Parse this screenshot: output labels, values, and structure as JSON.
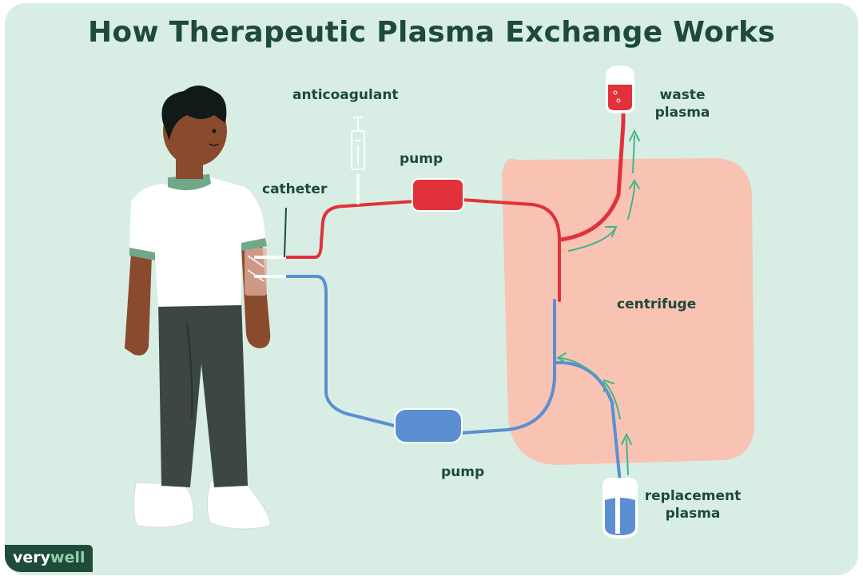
{
  "title": "How Therapeutic Plasma Exchange Works",
  "labels": {
    "anticoagulant": "anticoagulant",
    "catheter": "catheter",
    "pump_top": "pump",
    "pump_bottom": "pump",
    "waste_plasma_1": "waste",
    "waste_plasma_2": "plasma",
    "centrifuge": "centrifuge",
    "replacement_plasma_1": "replacement",
    "replacement_plasma_2": "plasma"
  },
  "brand": {
    "part1": "very",
    "part2": "well"
  },
  "colors": {
    "background": "#d8eee4",
    "title": "#1d4a3a",
    "blood_red": "#e2313a",
    "plasma_blue": "#5b8fd1",
    "centrifuge": "#f9c3b4",
    "flow_arrow": "#3fb58a",
    "shirt_trim": "#6fa98a",
    "pants": "#3c4644"
  }
}
